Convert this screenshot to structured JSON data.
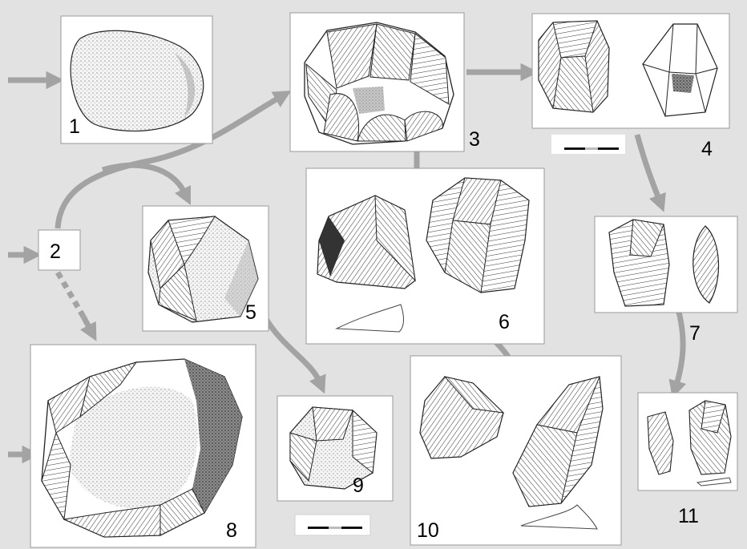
{
  "figure": {
    "background_color": "#e2e2e2",
    "arrow_color": "#a3a3a3",
    "panels": [
      {
        "id": "1",
        "label": "1",
        "content": "pebble"
      },
      {
        "id": "2",
        "label": "2",
        "content": "start-node"
      },
      {
        "id": "3",
        "label": "3",
        "content": "discoidal-core"
      },
      {
        "id": "4",
        "label": "4",
        "content": "core-views"
      },
      {
        "id": "5",
        "label": "5",
        "content": "partly-worked-pebble"
      },
      {
        "id": "6",
        "label": "6",
        "content": "flakes-with-section"
      },
      {
        "id": "7",
        "label": "7",
        "content": "flake-and-profile"
      },
      {
        "id": "8",
        "label": "8",
        "content": "large-cortical-core"
      },
      {
        "id": "9",
        "label": "9",
        "content": "small-core"
      },
      {
        "id": "10",
        "label": "10",
        "content": "flake-and-point-with-section"
      },
      {
        "id": "11",
        "label": "11",
        "content": "small-flakes-with-section"
      }
    ],
    "scale_bars": 2
  }
}
